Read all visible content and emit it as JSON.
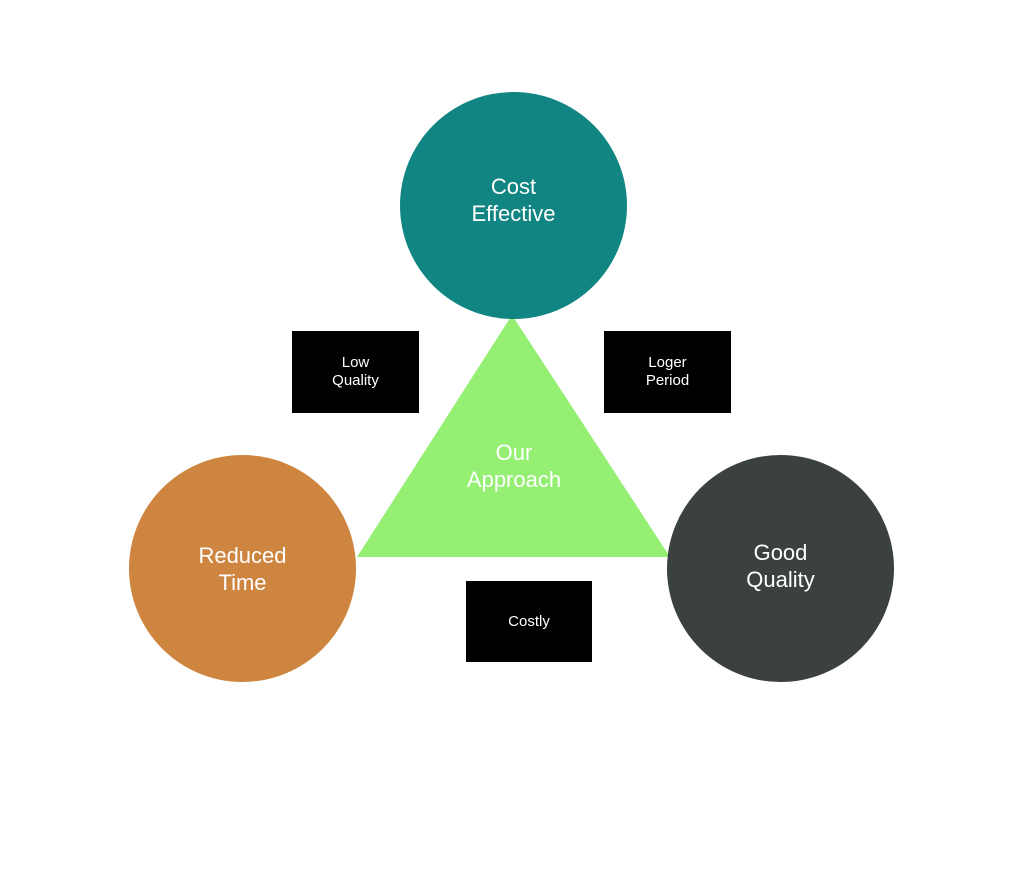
{
  "diagram": {
    "center": {
      "label": "Our\nApproach",
      "color": "#94ef73"
    },
    "nodes": {
      "top": {
        "label": "Cost\nEffective",
        "color": "#118582"
      },
      "left": {
        "label": "Reduced\nTime",
        "color": "#ce853f"
      },
      "right": {
        "label": "Good\nQuality",
        "color": "#3b4041"
      }
    },
    "tradeoffs": {
      "top_left": "Low\nQuality",
      "top_right": "Loger\nPeriod",
      "bottom": "Costly"
    },
    "box_color": "#000000"
  }
}
